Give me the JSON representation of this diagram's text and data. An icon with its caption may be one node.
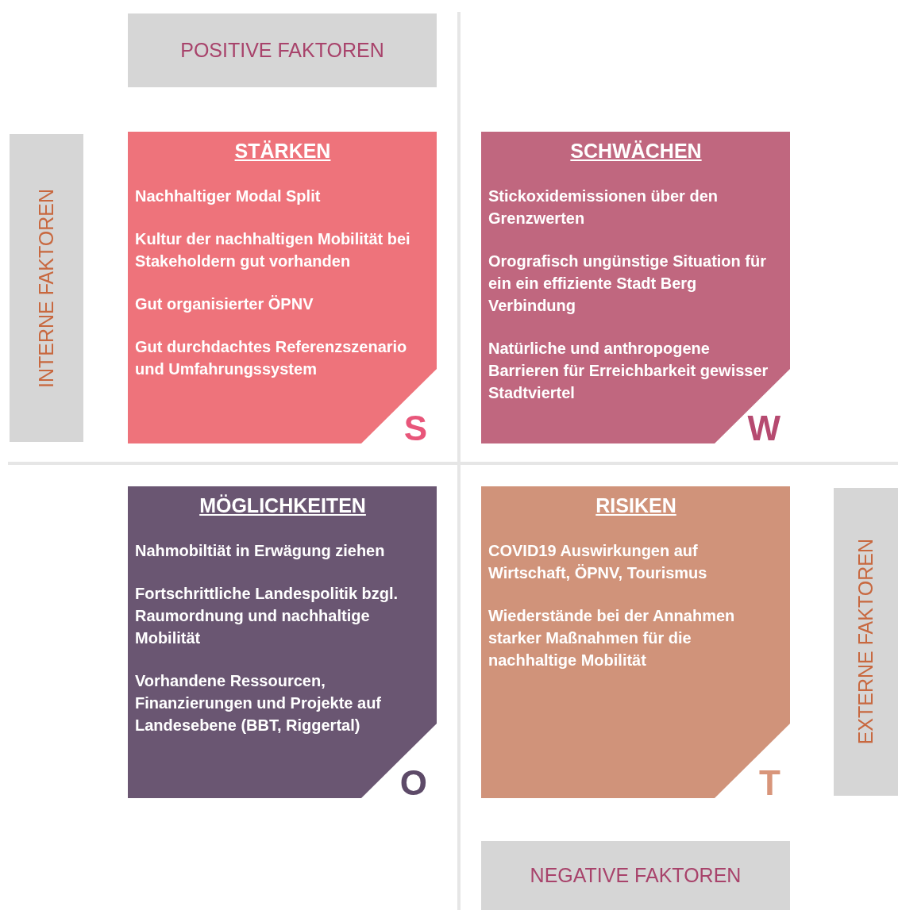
{
  "diagram": {
    "nodes": [
      {
        "text": [
          "POSITIVE FAKTOREN"
        ]
      },
      {
        "text": [
          "INTERNE FAKTOREN"
        ]
      },
      {
        "text": [
          "STÄRKEN",
          "Nachhaltiger Modal Split",
          "Kultur der nachhaltigen Mobilität bei Stakeholdern gut vorhanden",
          "Gut organisierter ÖPNV",
          "Gut durchdachtes Referenzszenario und Umfahrungssystem",
          "S"
        ]
      },
      {
        "text": [
          "SCHWÄCHEN",
          "Stickoxidemissionen über den Grenzwerten",
          "Orografisch ungünstige Situation für ein ein effiziente Stadt Berg Verbindung",
          "Natürliche und anthropogene Barrieren für Erreichbarkeit gewisser Stadtviertel",
          "W"
        ]
      },
      {
        "text": [
          "MÖGLICHKEITEN",
          "Nahmobiltiät in Erwägung ziehen",
          "Fortschrittliche Landespolitik bzgl. Raumordnung und nachhaltige Mobilität",
          "Vorhandene Ressourcen, Finanzierungen und Projekte auf Landesebene (BBT, Riggertal)",
          "O"
        ]
      },
      {
        "text": [
          "RISIKEN",
          "COVID19 Auswirkungen auf Wirtschaft, ÖPNV, Tourismus",
          "Wiederstände bei der Annahmen starker Maßnahmen für die nachhaltige Mobilität",
          "T"
        ]
      },
      {
        "text": [
          "EXTERNE FAKTOREN"
        ]
      },
      {
        "text": [
          "NEGATIVE FAKTOREN"
        ]
      }
    ]
  }
}
